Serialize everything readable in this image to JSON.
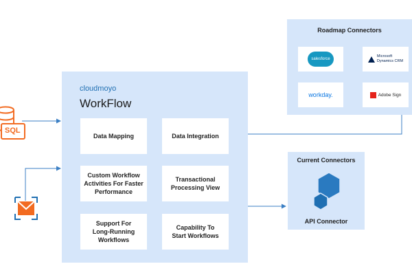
{
  "workflow": {
    "brand": "cloudmoyo",
    "title": "WorkFlow",
    "cards": [
      "Data Mapping",
      "Data Integration",
      "Custom Workflow\nActivities For Faster\nPerformance",
      "Transactional\nProcessing View",
      "Support For\nLong-Running\nWorkflows",
      "Capability To\nStart Workflows"
    ]
  },
  "roadmap": {
    "title": "Roadmap Connectors",
    "logos": {
      "salesforce": "salesforce",
      "microsoft_line1": "Microsoft",
      "microsoft_line2": "Dynamics CRM",
      "workday": "workday.",
      "adobe": "Adobe Sign"
    }
  },
  "current": {
    "title": "Current Connectors",
    "api_label": "API Connector"
  },
  "sources": {
    "sql_label": "SQL"
  },
  "colors": {
    "panel": "#d6e6fa",
    "accent_orange": "#f26b21",
    "hex_blue": "#1f6fb2",
    "wire": "#3b7fc4",
    "salesforce": "#1798c1",
    "workday": "#0875e1",
    "adobe": "#e5231b"
  }
}
